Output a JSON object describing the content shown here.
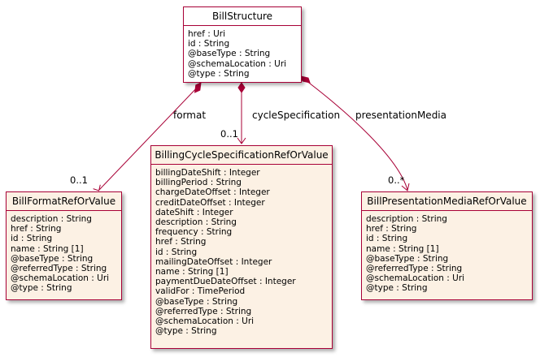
{
  "classes": {
    "bill_structure": {
      "name": "BillStructure",
      "attributes": [
        "href : Uri",
        "id : String",
        "@baseType : String",
        "@schemaLocation : Uri",
        "@type : String"
      ]
    },
    "bill_format": {
      "name": "BillFormatRefOrValue",
      "attributes": [
        "description : String",
        "href : String",
        "id : String",
        "name : String [1]",
        "@baseType : String",
        "@referredType : String",
        "@schemaLocation : Uri",
        "@type : String"
      ]
    },
    "billing_cycle": {
      "name": "BillingCycleSpecificationRefOrValue",
      "attributes": [
        "billingDateShift : Integer",
        "billingPeriod : String",
        "chargeDateOffset : Integer",
        "creditDateOffset : Integer",
        "dateShift : Integer",
        "description : String",
        "frequency : String",
        "href : String",
        "id : String",
        "mailingDateOffset : Integer",
        "name : String [1]",
        "paymentDueDateOffset : Integer",
        "validFor : TimePeriod",
        "@baseType : String",
        "@referredType : String",
        "@schemaLocation : Uri",
        "@type : String"
      ]
    },
    "bill_presentation_media": {
      "name": "BillPresentationMediaRefOrValue",
      "attributes": [
        "description : String",
        "href : String",
        "id : String",
        "name : String [1]",
        "@baseType : String",
        "@referredType : String",
        "@schemaLocation : Uri",
        "@type : String"
      ]
    }
  },
  "edges": {
    "format": {
      "label": "format",
      "multiplicity": "0..1"
    },
    "cycle": {
      "label": "cycleSpecification",
      "multiplicity": "0..1"
    },
    "media": {
      "label": "presentationMedia",
      "multiplicity": "0..*"
    }
  },
  "colors": {
    "border": "#a80036",
    "root_fill": "#ffffff",
    "leaf_fill": "#fcf1e4"
  }
}
